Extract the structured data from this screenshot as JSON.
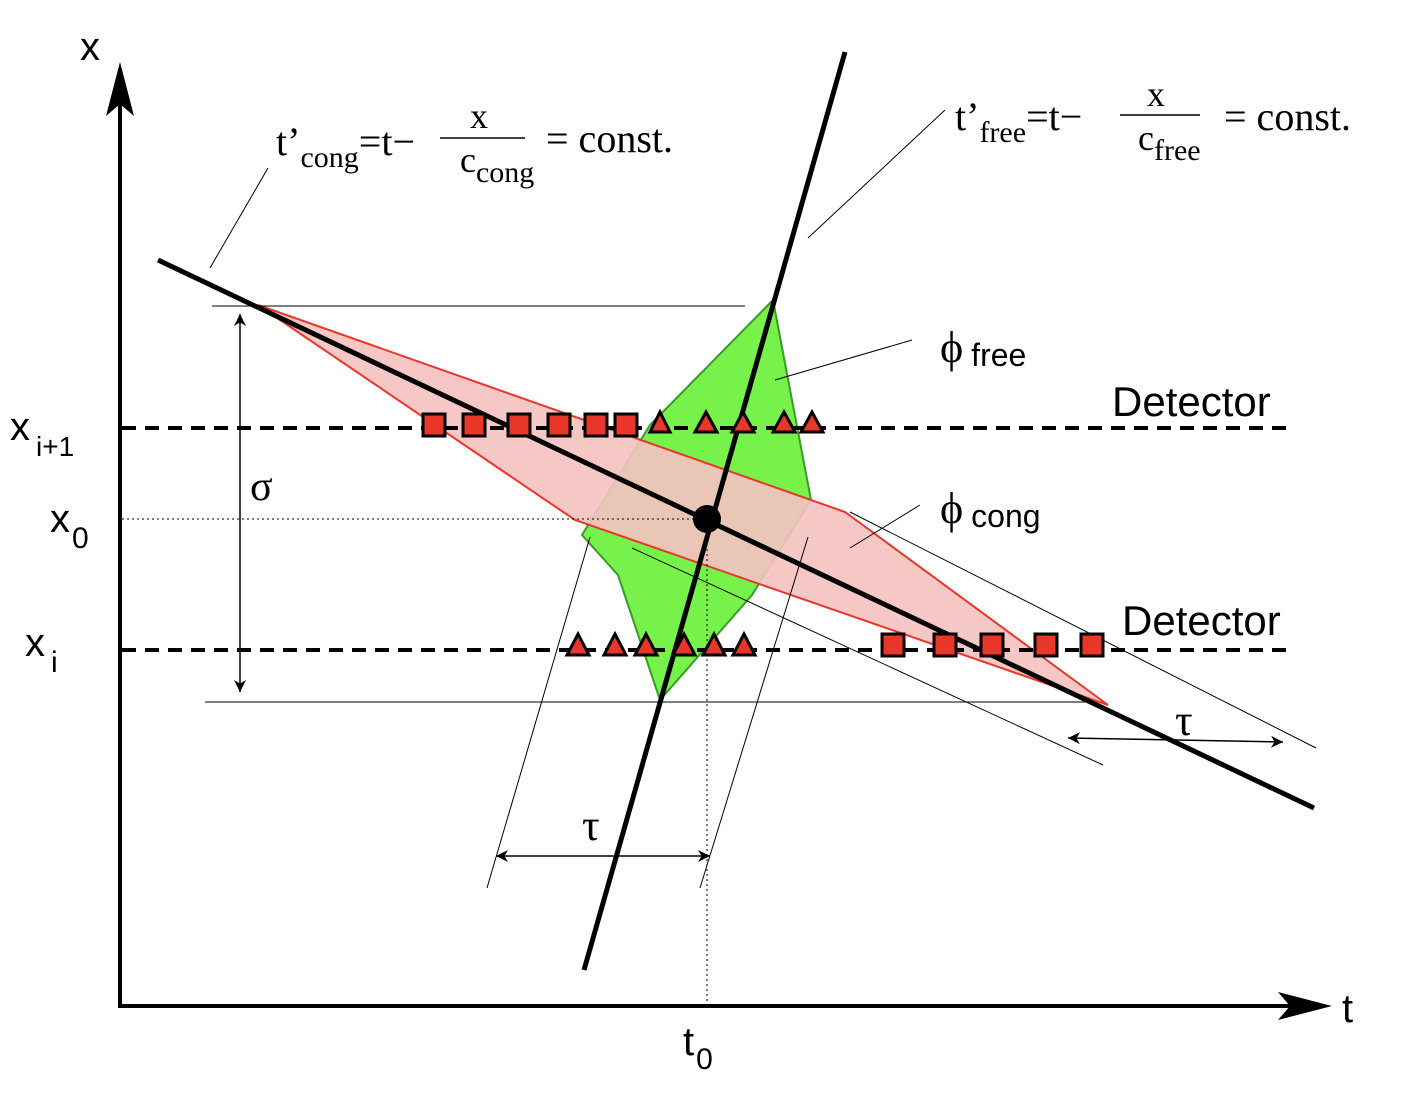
{
  "axes": {
    "x_label": "x",
    "t_label": "t",
    "t0_main": "t",
    "t0_sub": "0"
  },
  "x_labels": {
    "x_i1_main": "x",
    "x_i1_sub": "i+1",
    "x0_main": "x",
    "x0_sub": "0",
    "xi_main": "x",
    "xi_sub": "i"
  },
  "detectors": {
    "upper": "Detector",
    "lower": "Detector"
  },
  "sigma": "σ",
  "tau": "τ",
  "phi": {
    "symbol": "ϕ",
    "free_sub": "free",
    "cong_sub": "cong"
  },
  "equations": {
    "cong": {
      "lhs_main": "t’",
      "lhs_sub": "cong",
      "mid": "=t−",
      "num": "x",
      "den_main": "c",
      "den_sub": "cong",
      "rhs": "= const."
    },
    "free": {
      "lhs_main": "t’",
      "lhs_sub": "free",
      "mid": "=t−",
      "num": "x",
      "den_main": "c",
      "den_sub": "free",
      "rhs": "= const."
    }
  },
  "colors": {
    "cong_fill": "#f4c2c0",
    "cong_stroke": "#e8372a",
    "free_fill": "#77f24a",
    "free_stroke": "#3b9a2a",
    "marker_fill": "#e8372a",
    "ink": "#000000"
  }
}
